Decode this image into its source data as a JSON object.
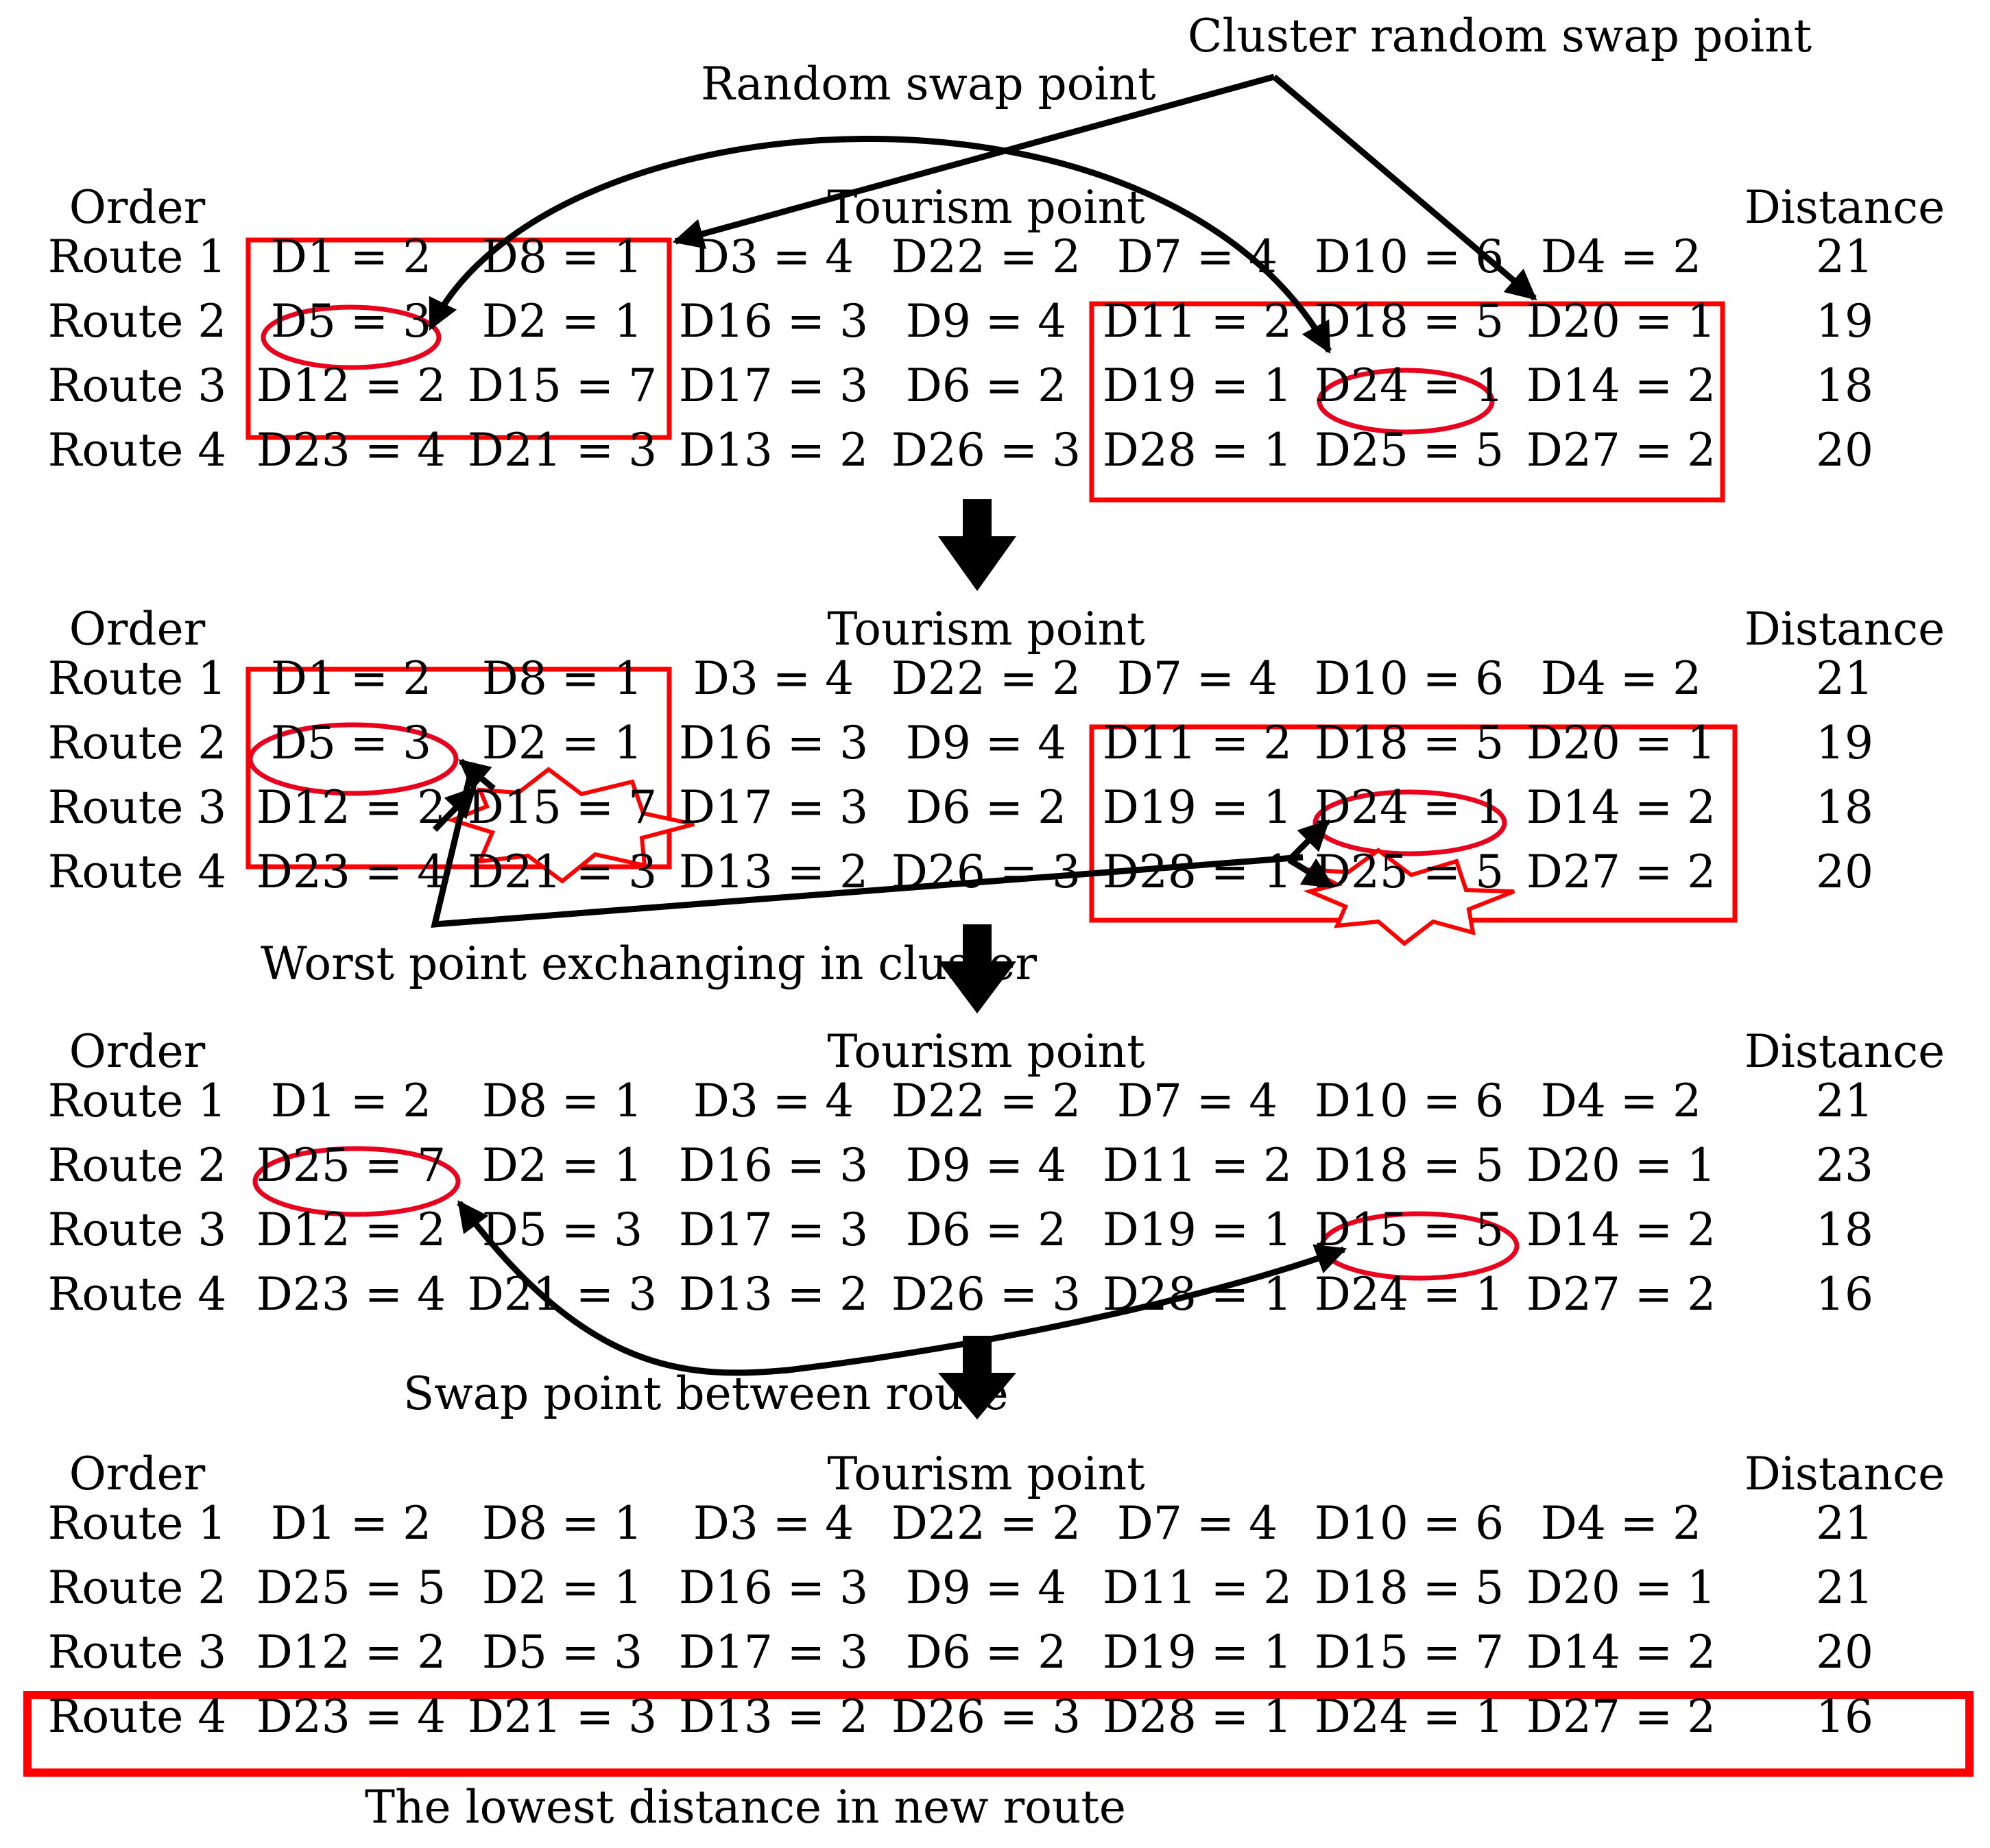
{
  "colors": {
    "highlight": "#ff0000",
    "arrow": "#000000"
  },
  "annotations": {
    "cluster_random_swap_point": "Cluster random swap point",
    "random_swap_point": "Random swap point",
    "worst_point_exchanging": "Worst point exchanging in cluster",
    "swap_point_between_route": "Swap point between route",
    "lowest_distance": "The lowest distance in new route"
  },
  "tables": [
    {
      "header": {
        "order": "Order",
        "tourism": "Tourism point",
        "distance": "Distance"
      },
      "rows": [
        {
          "route": "Route 1",
          "cells": [
            "D1 = 2",
            "D8 = 1",
            "D3 = 4",
            "D22 = 2",
            "D7 = 4",
            "D10 = 6",
            "D4 = 2"
          ],
          "distance": "21"
        },
        {
          "route": "Route 2",
          "cells": [
            "D5 = 3",
            "D2 = 1",
            "D16 = 3",
            "D9 = 4",
            "D11 = 2",
            "D18 = 5",
            "D20 = 1"
          ],
          "distance": "19"
        },
        {
          "route": "Route 3",
          "cells": [
            "D12 = 2",
            "D15 = 7",
            "D17 = 3",
            "D6 = 2",
            "D19 = 1",
            "D24 = 1",
            "D14 = 2"
          ],
          "distance": "18"
        },
        {
          "route": "Route 4",
          "cells": [
            "D23 = 4",
            "D21 = 3",
            "D13 = 2",
            "D26 = 3",
            "D28 = 1",
            "D25 = 5",
            "D27 = 2"
          ],
          "distance": "20"
        }
      ]
    },
    {
      "header": {
        "order": "Order",
        "tourism": "Tourism point",
        "distance": "Distance"
      },
      "rows": [
        {
          "route": "Route 1",
          "cells": [
            "D1 = 2",
            "D8 = 1",
            "D3 = 4",
            "D22 = 2",
            "D7 = 4",
            "D10 = 6",
            "D4 = 2"
          ],
          "distance": "21"
        },
        {
          "route": "Route 2",
          "cells": [
            "D5 = 3",
            "D2 = 1",
            "D16 = 3",
            "D9 = 4",
            "D11 = 2",
            "D18 = 5",
            "D20 = 1"
          ],
          "distance": "19"
        },
        {
          "route": "Route 3",
          "cells": [
            "D12 = 2",
            "D15 = 7",
            "D17 = 3",
            "D6 = 2",
            "D19 = 1",
            "D24 = 1",
            "D14 = 2"
          ],
          "distance": "18"
        },
        {
          "route": "Route 4",
          "cells": [
            "D23 = 4",
            "D21 = 3",
            "D13 = 2",
            "D26 = 3",
            "D28 = 1",
            "D25 = 5",
            "D27 = 2"
          ],
          "distance": "20"
        }
      ]
    },
    {
      "header": {
        "order": "Order",
        "tourism": "Tourism point",
        "distance": "Distance"
      },
      "rows": [
        {
          "route": "Route 1",
          "cells": [
            "D1 = 2",
            "D8 = 1",
            "D3 = 4",
            "D22 = 2",
            "D7 = 4",
            "D10 = 6",
            "D4 = 2"
          ],
          "distance": "21"
        },
        {
          "route": "Route 2",
          "cells": [
            "D25 = 7",
            "D2 = 1",
            "D16 = 3",
            "D9 = 4",
            "D11 = 2",
            "D18 = 5",
            "D20 = 1"
          ],
          "distance": "23"
        },
        {
          "route": "Route 3",
          "cells": [
            "D12 = 2",
            "D5 = 3",
            "D17 = 3",
            "D6 = 2",
            "D19 = 1",
            "D15 = 5",
            "D14 = 2"
          ],
          "distance": "18"
        },
        {
          "route": "Route 4",
          "cells": [
            "D23 = 4",
            "D21 = 3",
            "D13 = 2",
            "D26 = 3",
            "D28 = 1",
            "D24 = 1",
            "D27 = 2"
          ],
          "distance": "16"
        }
      ]
    },
    {
      "header": {
        "order": "Order",
        "tourism": "Tourism point",
        "distance": "Distance"
      },
      "rows": [
        {
          "route": "Route 1",
          "cells": [
            "D1 = 2",
            "D8 = 1",
            "D3 = 4",
            "D22 = 2",
            "D7 = 4",
            "D10 = 6",
            "D4 = 2"
          ],
          "distance": "21"
        },
        {
          "route": "Route 2",
          "cells": [
            "D25 = 5",
            "D2 = 1",
            "D16 = 3",
            "D9 = 4",
            "D11 = 2",
            "D18 = 5",
            "D20 = 1"
          ],
          "distance": "21"
        },
        {
          "route": "Route 3",
          "cells": [
            "D12 = 2",
            "D5 = 3",
            "D17 = 3",
            "D6 = 2",
            "D19 = 1",
            "D15 = 7",
            "D14 = 2"
          ],
          "distance": "20"
        },
        {
          "route": "Route 4",
          "cells": [
            "D23 = 4",
            "D21 = 3",
            "D13 = 2",
            "D26 = 3",
            "D28 = 1",
            "D24 = 1",
            "D27 = 2"
          ],
          "distance": "16"
        }
      ]
    }
  ]
}
